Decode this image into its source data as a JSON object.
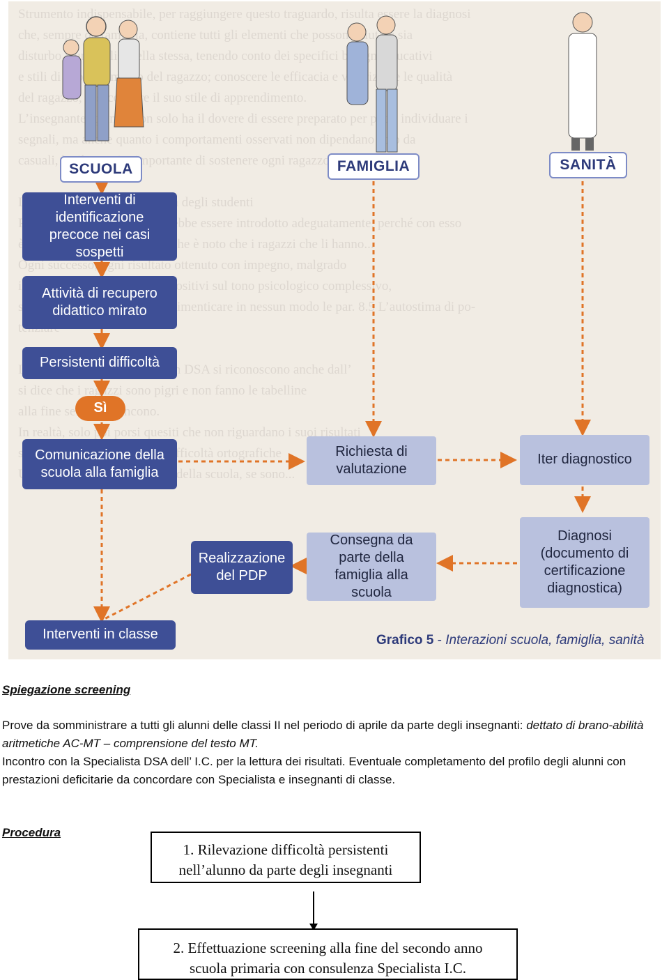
{
  "diagram": {
    "labels": {
      "school": "SCUOLA",
      "family": "FAMIGLIA",
      "health": "SANITÀ"
    },
    "school_steps": [
      "Interventi di identificazione precoce nei casi sospetti",
      "Attività di recupero didattico mirato",
      "Persistenti difficoltà"
    ],
    "yes_pill": "Sì",
    "communication": "Comunicazione della scuola alla famiglia",
    "evaluation_request": "Richiesta di valutazione",
    "diagnostic_path": "Iter diagnostico",
    "diagnosis": "Diagnosi (documento di certificazione diagnostica)",
    "delivery": "Consegna da parte della famiglia alla scuola",
    "pdp": "Realizzazione del PDP",
    "class_interventions": "Interventi in classe",
    "caption_bold": "Grafico 5",
    "caption_separator": " - ",
    "caption_text": "Interazioni scuola, famiglia, sanità"
  },
  "section_screening": {
    "heading": "Spiegazione screening",
    "line1_plain": "Prove da somministrare a tutti gli alunni  delle classi II nel periodo di aprile da parte degli insegnanti: ",
    "line1_italic": "dettato di brano-abilità aritmetiche AC-MT – comprensione del testo MT.",
    "line2": "Incontro con la Specialista DSA dell’ I.C. per la  lettura dei risultati. Eventuale completamento del profilo degli alunni con prestazioni deficitarie da concordare con Specialista e insegnanti di classe."
  },
  "section_procedure": {
    "heading": "Procedura",
    "step1": "1. Rilevazione difficoltà persistenti nell’alunno da parte degli insegnanti",
    "step2": "2. Effettuazione screening alla fine del secondo anno scuola primaria con consulenza Specialista I.C."
  }
}
